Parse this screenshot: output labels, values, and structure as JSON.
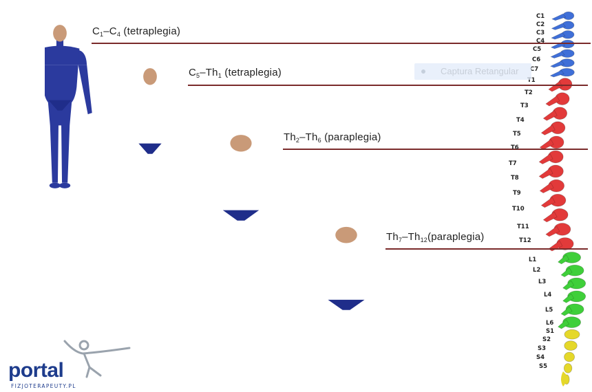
{
  "levels": [
    {
      "main": "C",
      "from_sub": "1",
      "mid": "–C",
      "to_sub": "4",
      "note": " (tetraplegia)"
    },
    {
      "main": "C",
      "from_sub": "5",
      "mid": "–Th",
      "to_sub": "1",
      "note": " (tetraplegia)"
    },
    {
      "main": "Th",
      "from_sub": "2",
      "mid": "–Th",
      "to_sub": "6",
      "note": " (paraplegia)"
    },
    {
      "main": "Th",
      "from_sub": "7",
      "mid": "–Th",
      "to_sub": "12",
      "note": "(paraplegia)"
    }
  ],
  "vertebrae": {
    "cervical": [
      "C1",
      "C2",
      "C3",
      "C4",
      "C5",
      "C6",
      "C7"
    ],
    "thoracic": [
      "T1",
      "T2",
      "T3",
      "T4",
      "T5",
      "T6",
      "T7",
      "T8",
      "T9",
      "T10",
      "T11",
      "T12"
    ],
    "lumbar": [
      "L1",
      "L2",
      "L3",
      "L4",
      "L5",
      "L6"
    ],
    "sacral": [
      "S1",
      "S2",
      "S3",
      "S4",
      "S5"
    ]
  },
  "overlay": {
    "text": "Captura Retangular"
  },
  "logo": {
    "word": "portal",
    "subtitle": "FIZJOTERAPEUTY.PL"
  },
  "colors": {
    "paralysis": "#2b3a9e",
    "skin": "#c99a78",
    "cervical": "#3f6fd8",
    "thoracic": "#e23a3a",
    "lumbar": "#3fcf3a",
    "sacral": "#e5d82a",
    "rule": "#7a2a2a",
    "brand": "#1e3c8c"
  }
}
